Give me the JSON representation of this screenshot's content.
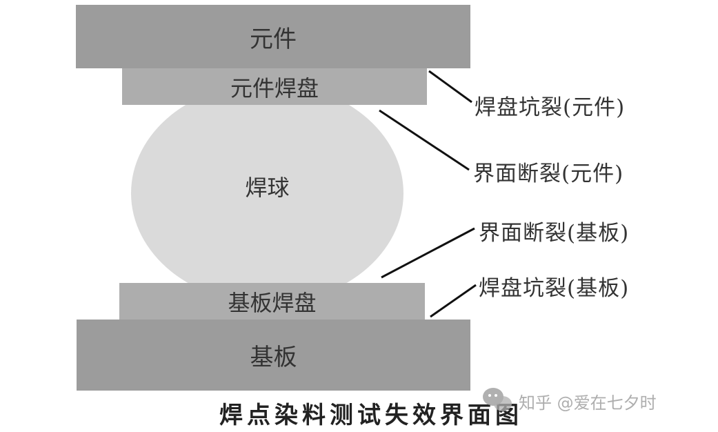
{
  "diagram": {
    "type": "solder-joint cross-section",
    "layers": {
      "component": "元件",
      "component_pad": "元件焊盘",
      "solder_ball": "焊球",
      "board_pad": "基板焊盘",
      "board": "基板"
    },
    "callouts": [
      {
        "label": "焊盘坑裂(元件)",
        "target": "component_pad"
      },
      {
        "label": "界面断裂(元件)",
        "target": "component_pad / solder_ball interface"
      },
      {
        "label": "界面断裂(基板)",
        "target": "solder_ball / board_pad interface"
      },
      {
        "label": "焊盘坑裂(基板)",
        "target": "board_pad"
      }
    ],
    "caption": "焊点染料测试失效界面图",
    "colors": {
      "component": "#9c9c9c",
      "pad": "#adadad",
      "solder_ball": "#dadada",
      "leader_line": "#111111"
    }
  },
  "watermark": {
    "icon": "wechat-icon",
    "text": "知乎 @爱在七夕时"
  }
}
